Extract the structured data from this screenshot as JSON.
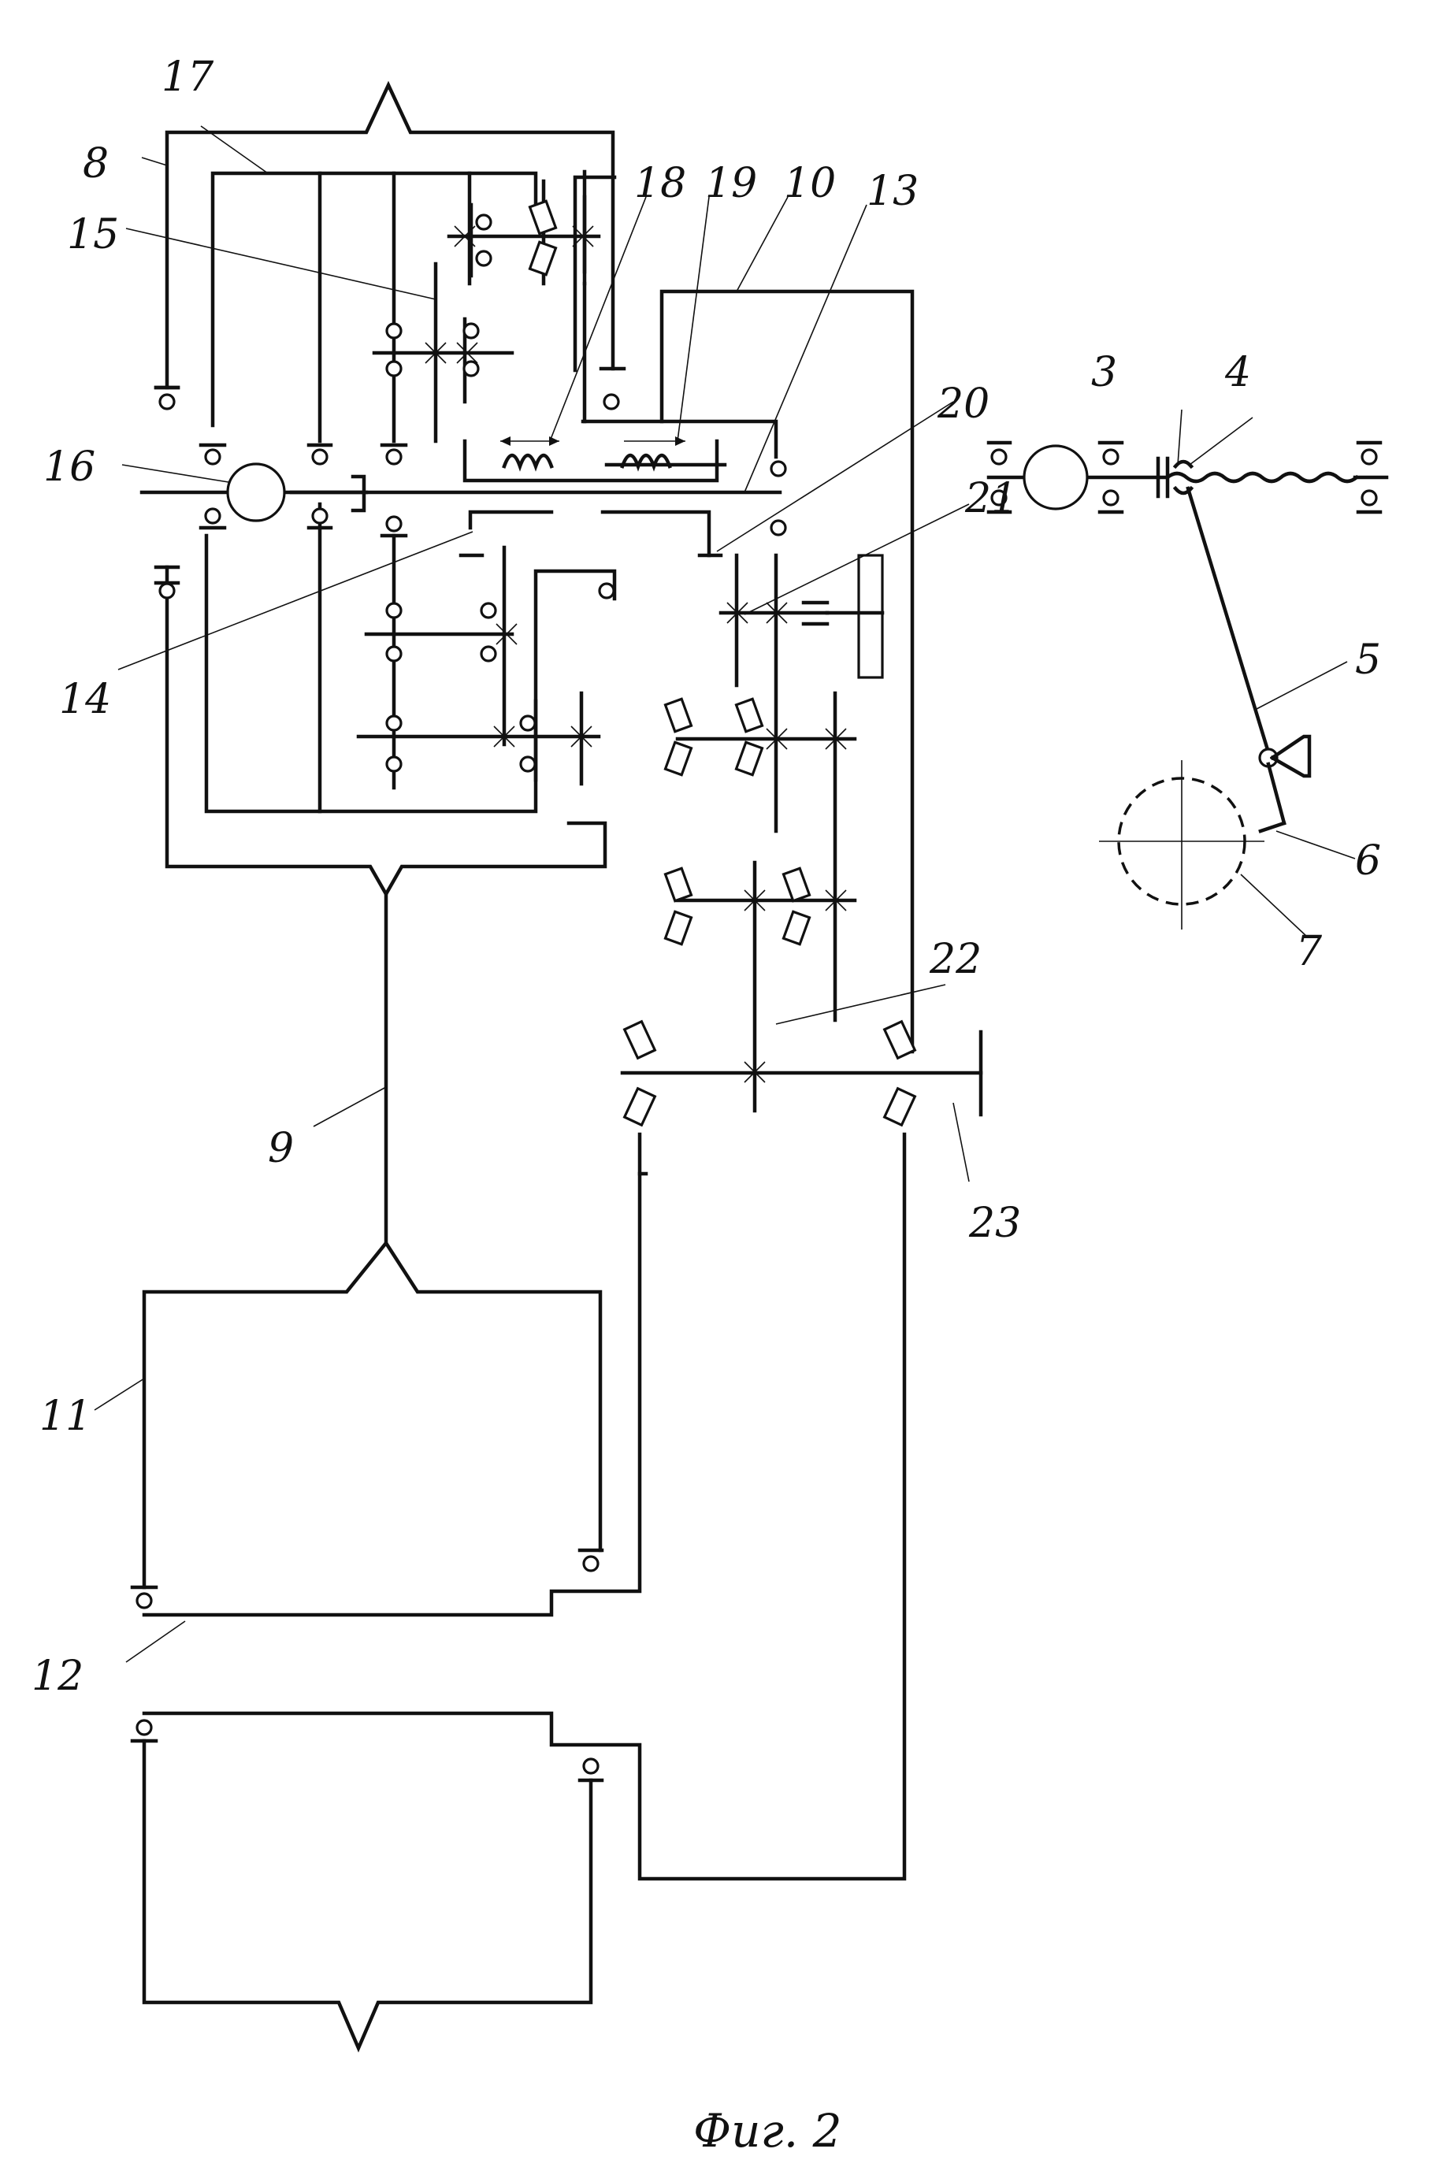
{
  "labels": {
    "l3": "3",
    "l4": "4",
    "l5": "5",
    "l6": "6",
    "l7": "7",
    "l8": "8",
    "l9": "9",
    "l10": "10",
    "l11": "11",
    "l12": "12",
    "l13": "13",
    "l14": "14",
    "l15": "15",
    "l16": "16",
    "l17": "17",
    "l18": "18",
    "l19": "19",
    "l20": "20",
    "l21": "21",
    "l22": "22",
    "l23": "23"
  },
  "caption": "Фиг. 2",
  "colors": {
    "ink": "#111111",
    "paper": "#ffffff"
  }
}
